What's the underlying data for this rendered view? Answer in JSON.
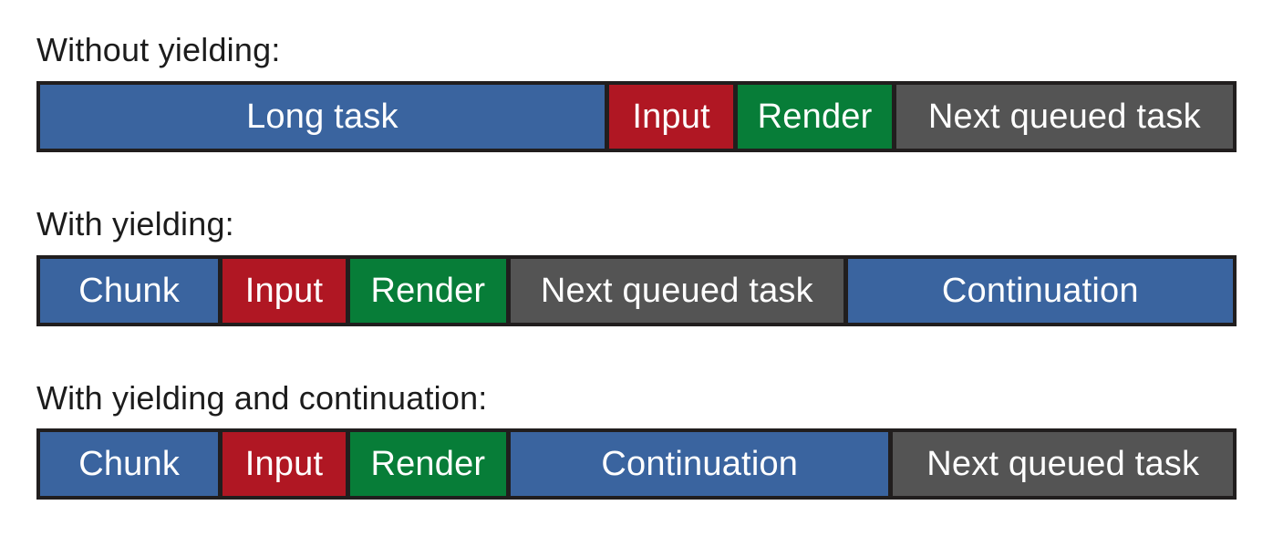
{
  "colors": {
    "blue": "#3A649F",
    "red": "#B01723",
    "green": "#077D38",
    "gray": "#545454",
    "outline": "#211E1E",
    "heading_text": "#1C1C1C",
    "block_text": "#FFFFFF",
    "background": "#FFFFFF"
  },
  "sections": [
    {
      "heading": "Without yielding:",
      "blocks": [
        {
          "label": "Long task",
          "color": "blue",
          "grow": 625
        },
        {
          "label": "Input",
          "color": "red",
          "grow": 138
        },
        {
          "label": "Render",
          "color": "green",
          "grow": 170
        },
        {
          "label": "Next queued task",
          "color": "gray",
          "grow": 373
        }
      ]
    },
    {
      "heading": "With yielding:",
      "blocks": [
        {
          "label": "Chunk",
          "color": "blue",
          "grow": 196
        },
        {
          "label": "Input",
          "color": "red",
          "grow": 135
        },
        {
          "label": "Render",
          "color": "green",
          "grow": 172
        },
        {
          "label": "Next queued task",
          "color": "gray",
          "grow": 366
        },
        {
          "label": "Continuation",
          "color": "blue",
          "grow": 424
        }
      ]
    },
    {
      "heading": "With yielding and continuation:",
      "blocks": [
        {
          "label": "Chunk",
          "color": "blue",
          "grow": 196
        },
        {
          "label": "Input",
          "color": "red",
          "grow": 135
        },
        {
          "label": "Render",
          "color": "green",
          "grow": 172
        },
        {
          "label": "Continuation",
          "color": "blue",
          "grow": 416
        },
        {
          "label": "Next queued task",
          "color": "gray",
          "grow": 374
        }
      ]
    }
  ]
}
